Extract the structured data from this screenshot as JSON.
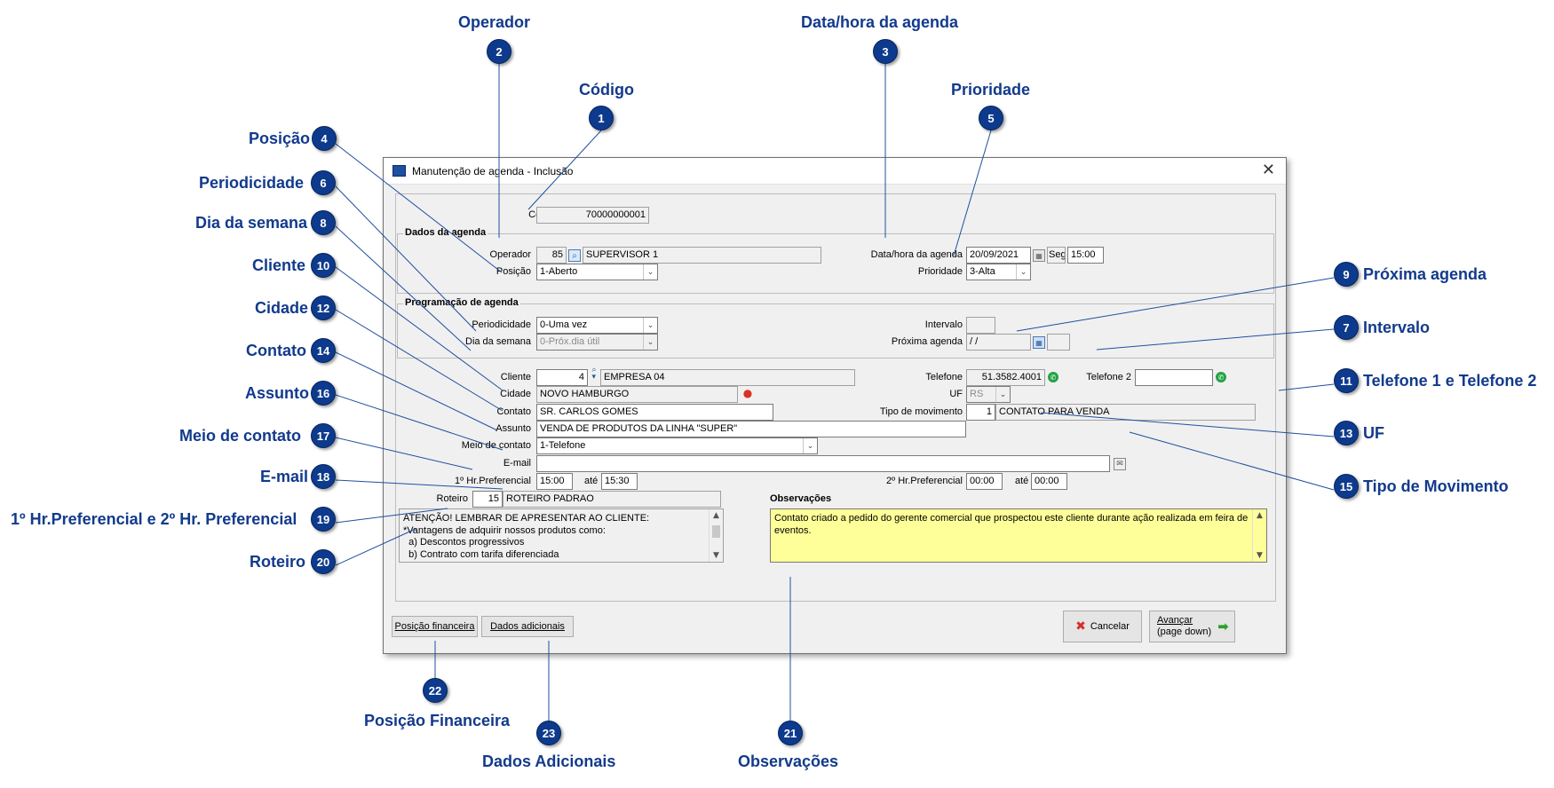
{
  "dialog": {
    "title": "Manutenção de agenda - Inclusão",
    "close_glyph": "✕",
    "codigo": {
      "label": "Código",
      "value": "70000000001"
    },
    "dados_agenda": {
      "caption": "Dados da agenda",
      "operador_label": "Operador",
      "operador_code": "85",
      "operador_name": "SUPERVISOR 1",
      "posicao_label": "Posição",
      "posicao_value": "1-Aberto",
      "datahora_label": "Data/hora da agenda",
      "date": "20/09/2021",
      "weekday": "Seg",
      "time": "15:00",
      "prioridade_label": "Prioridade",
      "prioridade_value": "3-Alta"
    },
    "programacao": {
      "caption": "Programação de agenda",
      "periodicidade_label": "Periodicidade",
      "periodicidade_value": "0-Uma vez",
      "dia_semana_label": "Dia da semana",
      "dia_semana_value": "0-Próx.dia útil",
      "intervalo_label": "Intervalo",
      "intervalo_value": "",
      "proxima_label": "Próxima agenda",
      "proxima_value": " /  /"
    },
    "cliente_label": "Cliente",
    "cliente_code": "4",
    "cliente_name": "EMPRESA 04",
    "telefone_label": "Telefone",
    "telefone_value": "51.3582.4001",
    "telefone2_label": "Telefone 2",
    "telefone2_value": "",
    "cidade_label": "Cidade",
    "cidade_value": "NOVO HAMBURGO",
    "uf_label": "UF",
    "uf_value": "RS",
    "contato_label": "Contato",
    "contato_value": "SR. CARLOS GOMES",
    "tipo_mov_label": "Tipo de movimento",
    "tipo_mov_code": "1",
    "tipo_mov_name": "CONTATO PARA VENDA",
    "assunto_label": "Assunto",
    "assunto_value": "VENDA DE PRODUTOS DA LINHA \"SUPER\"",
    "meio_label": "Meio de contato",
    "meio_value": "1-Telefone",
    "email_label": "E-mail",
    "email_value": "",
    "hr1_label": "1º Hr.Preferencial",
    "hr1_from": "15:00",
    "hr1_ate": "até",
    "hr1_to": "15:30",
    "hr2_label": "2º Hr.Preferencial",
    "hr2_from": "00:00",
    "hr2_ate": "até",
    "hr2_to": "00:00",
    "roteiro_label": "Roteiro",
    "roteiro_code": "15",
    "roteiro_name": "ROTEIRO PADRAO",
    "roteiro_text": [
      "ATENÇÃO! LEMBRAR DE APRESENTAR AO CLIENTE:",
      "",
      "*Vantagens de adquirir nossos produtos como:",
      "  a) Descontos progressivos",
      "  b) Contrato com tarifa diferenciada"
    ],
    "obs_label": "Observações",
    "obs_text": [
      "Contato criado a pedido do gerente comercial que prospectou este cliente durante ação realizada em feira de",
      "eventos."
    ],
    "btn_posicao_financeira": "Posição financeira",
    "btn_dados_adicionais": "Dados adicionais",
    "btn_cancelar": "Cancelar",
    "btn_avancar_1": "Avançar",
    "btn_avancar_2": "(page down)"
  },
  "callouts": [
    {
      "n": "2",
      "label": "Operador"
    },
    {
      "n": "3",
      "label": "Data/hora da agenda"
    },
    {
      "n": "1",
      "label": "Código"
    },
    {
      "n": "5",
      "label": "Prioridade"
    },
    {
      "n": "4",
      "label": "Posição"
    },
    {
      "n": "6",
      "label": "Periodicidade"
    },
    {
      "n": "8",
      "label": "Dia da semana"
    },
    {
      "n": "10",
      "label": "Cliente"
    },
    {
      "n": "12",
      "label": "Cidade"
    },
    {
      "n": "14",
      "label": "Contato"
    },
    {
      "n": "16",
      "label": "Assunto"
    },
    {
      "n": "17",
      "label": "Meio de contato"
    },
    {
      "n": "18",
      "label": "E-mail"
    },
    {
      "n": "19",
      "label": "1º Hr.Preferencial e 2º Hr. Preferencial"
    },
    {
      "n": "20",
      "label": "Roteiro"
    },
    {
      "n": "9",
      "label": "Próxima agenda"
    },
    {
      "n": "7",
      "label": "Intervalo"
    },
    {
      "n": "11",
      "label": "Telefone 1 e Telefone 2"
    },
    {
      "n": "13",
      "label": "UF"
    },
    {
      "n": "15",
      "label": "Tipo de Movimento"
    },
    {
      "n": "22",
      "label": "Posição Financeira"
    },
    {
      "n": "23",
      "label": "Dados Adicionais"
    },
    {
      "n": "21",
      "label": "Observações"
    }
  ],
  "colors": {
    "badge": "#0d3a8c",
    "callout_text": "#123a8c",
    "obs_bg": "#ffff99",
    "leader_line": "#1f4fa0"
  }
}
